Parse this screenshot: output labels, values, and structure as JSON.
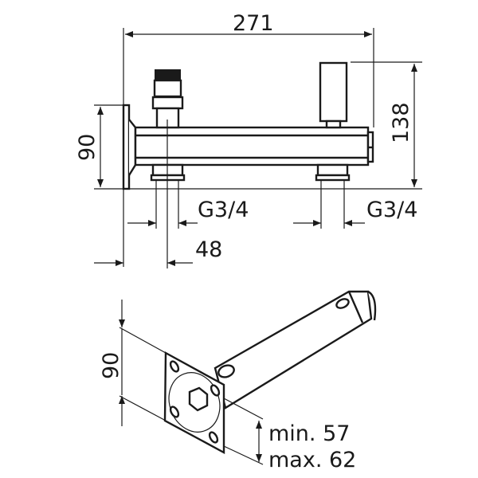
{
  "side_view": {
    "length": "271",
    "height": "138",
    "flange_size": "90",
    "thread_left": "G3/4",
    "thread_right": "G3/4",
    "offset": "48"
  },
  "iso_view": {
    "flange_size": "90",
    "depth_min": "min. 57",
    "depth_max": "max. 62"
  }
}
